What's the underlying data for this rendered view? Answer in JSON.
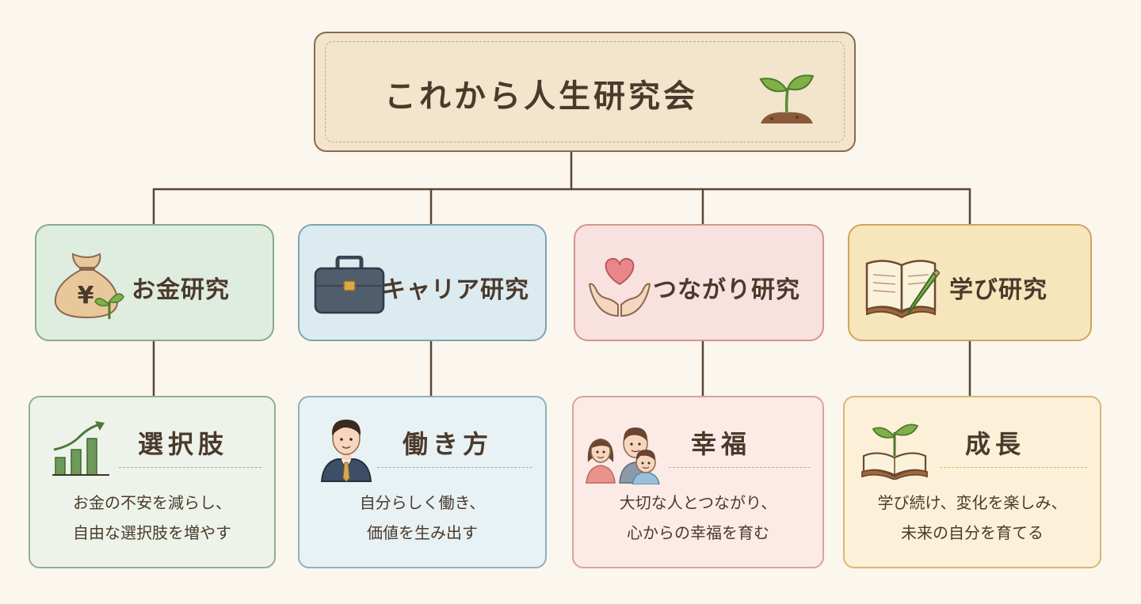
{
  "root": {
    "title": "これから人生研究会"
  },
  "categories": [
    {
      "label": "お金研究",
      "icon": "money-bag-sprout-icon",
      "bg": "#dfece0",
      "border": "#86ab8a"
    },
    {
      "label": "キャリア研究",
      "icon": "briefcase-icon",
      "bg": "#dcebef",
      "border": "#7fa3b4"
    },
    {
      "label": "つながり研究",
      "icon": "heart-hands-icon",
      "bg": "#f8e1de",
      "border": "#d4948b"
    },
    {
      "label": "学び研究",
      "icon": "book-pencil-icon",
      "bg": "#f7e5bc",
      "border": "#cda65c"
    }
  ],
  "cards": [
    {
      "title": "選択肢",
      "icon": "growth-chart-icon",
      "lines": [
        "お金の不安を減らし、",
        "自由な選択肢を増やす"
      ],
      "bg": "#edf3ea",
      "border": "#8fb093"
    },
    {
      "title": "働き方",
      "icon": "businessman-icon",
      "lines": [
        "自分らしく働き、",
        "価値を生み出す"
      ],
      "bg": "#e8f1f3",
      "border": "#8fb0c0"
    },
    {
      "title": "幸福",
      "icon": "family-icon",
      "lines": [
        "大切な人とつながり、",
        "心からの幸福を育む"
      ],
      "bg": "#fbeae6",
      "border": "#daa39a"
    },
    {
      "title": "成長",
      "icon": "book-sprout-icon",
      "lines": [
        "学び続け、変化を楽しみ、",
        "未来の自分を育てる"
      ],
      "bg": "#fcf0d8",
      "border": "#d8b873"
    }
  ]
}
